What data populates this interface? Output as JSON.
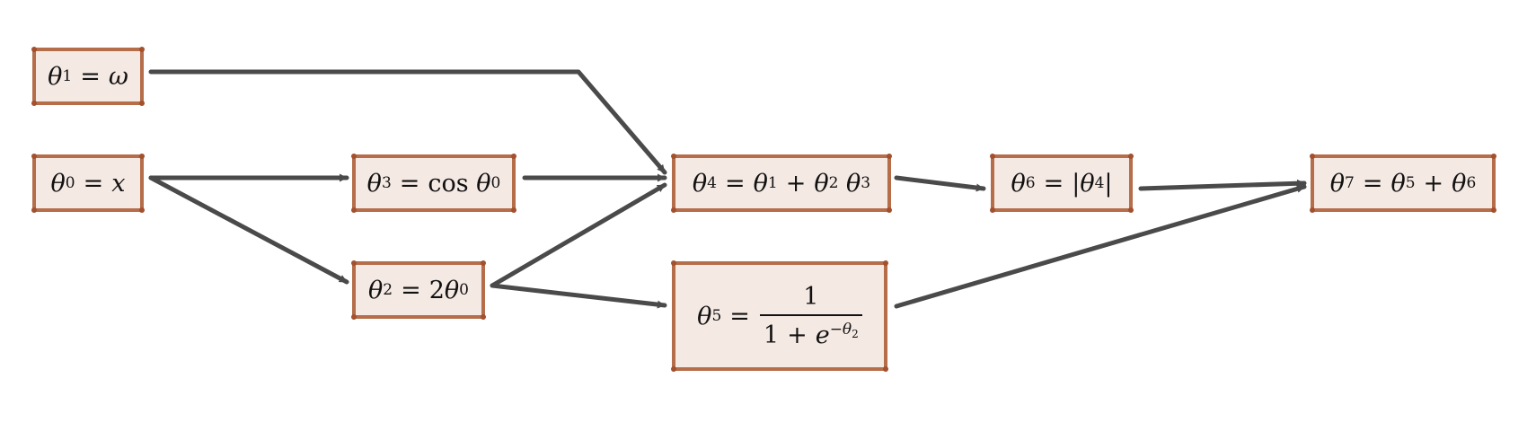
{
  "nodes": {
    "theta1": {
      "lhs": "θ",
      "lhs_sub": "1",
      "eq": "=",
      "rhs": "ω"
    },
    "theta0": {
      "lhs": "θ",
      "lhs_sub": "0",
      "eq": "=",
      "rhs": "x"
    },
    "theta3": {
      "lhs": "θ",
      "lhs_sub": "3",
      "eq": "=",
      "fn": "cos",
      "arg": "θ",
      "arg_sub": "0"
    },
    "theta2": {
      "lhs": "θ",
      "lhs_sub": "2",
      "eq": "=",
      "coef": "2",
      "arg": "θ",
      "arg_sub": "0"
    },
    "theta4": {
      "lhs": "θ",
      "lhs_sub": "4",
      "eq": "=",
      "a": "θ",
      "a_sub": "1",
      "plus": "+",
      "b": "θ",
      "b_sub": "2",
      "c": "θ",
      "c_sub": "3"
    },
    "theta5": {
      "lhs": "θ",
      "lhs_sub": "5",
      "eq": "=",
      "num": "1",
      "den_one": "1",
      "den_plus": "+",
      "den_base": "e",
      "den_exp": "−θ",
      "den_exp_sub": "2"
    },
    "theta6": {
      "lhs": "θ",
      "lhs_sub": "6",
      "eq": "=",
      "bar_l": "|",
      "arg": "θ",
      "arg_sub": "4",
      "bar_r": "|"
    },
    "theta7": {
      "lhs": "θ",
      "lhs_sub": "7",
      "eq": "=",
      "a": "θ",
      "a_sub": "5",
      "plus": "+",
      "b": "θ",
      "b_sub": "6"
    }
  },
  "edges": [
    {
      "from": "theta1",
      "to": "theta4"
    },
    {
      "from": "theta0",
      "to": "theta3"
    },
    {
      "from": "theta0",
      "to": "theta2"
    },
    {
      "from": "theta3",
      "to": "theta4"
    },
    {
      "from": "theta2",
      "to": "theta4"
    },
    {
      "from": "theta2",
      "to": "theta5"
    },
    {
      "from": "theta4",
      "to": "theta6"
    },
    {
      "from": "theta6",
      "to": "theta7"
    },
    {
      "from": "theta5",
      "to": "theta7"
    }
  ],
  "colors": {
    "node_border": "#b56d4a",
    "node_fill": "#f5e9e4",
    "edge": "#4a4a4a"
  }
}
